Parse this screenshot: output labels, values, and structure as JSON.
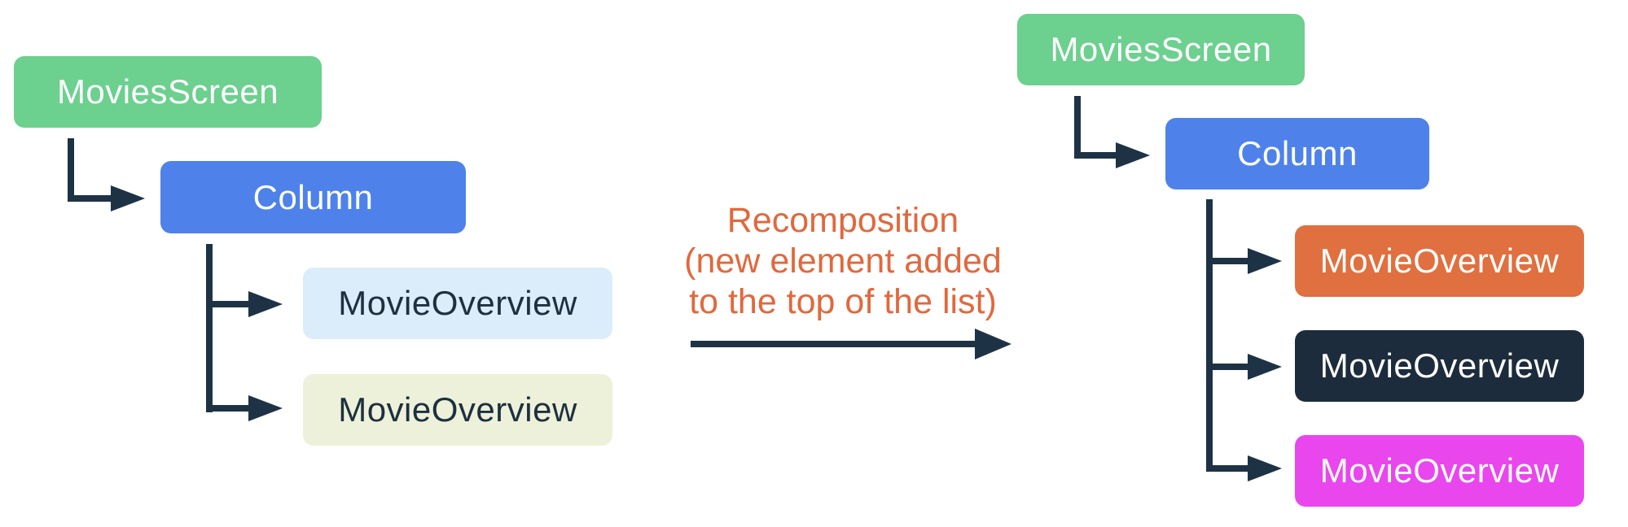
{
  "annotation": {
    "lines": [
      "Recomposition",
      "(new element added",
      "to the top of the list)"
    ],
    "color": "#E2683C"
  },
  "connector_color": "#1D3345",
  "before_tree": {
    "root": {
      "label": "MoviesScreen",
      "bg": "#6CD08E",
      "fg": "#FFFFFF"
    },
    "container": {
      "label": "Column",
      "bg": "#4E82EA",
      "fg": "#FFFFFF"
    },
    "children": [
      {
        "label": "MovieOverview",
        "bg": "#DBECFB",
        "fg": "#1D3040"
      },
      {
        "label": "MovieOverview",
        "bg": "#EDF1D9",
        "fg": "#1D3040"
      }
    ]
  },
  "after_tree": {
    "root": {
      "label": "MoviesScreen",
      "bg": "#6CD08E",
      "fg": "#FFFFFF"
    },
    "container": {
      "label": "Column",
      "bg": "#4E82EA",
      "fg": "#FFFFFF"
    },
    "children": [
      {
        "label": "MovieOverview",
        "bg": "#E0703F",
        "fg": "#FFFFFF"
      },
      {
        "label": "MovieOverview",
        "bg": "#1D2C3C",
        "fg": "#FFFFFF"
      },
      {
        "label": "MovieOverview",
        "bg": "#E946EE",
        "fg": "#FFFFFF"
      }
    ]
  }
}
